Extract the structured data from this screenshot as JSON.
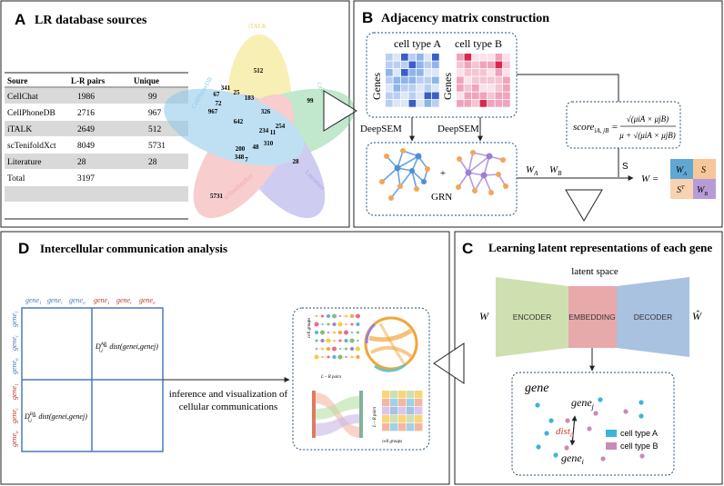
{
  "panel_a": {
    "letter": "A",
    "title": "LR database sources",
    "table": {
      "headers": [
        "Soure",
        "L-R pairs",
        "Unique"
      ],
      "rows": [
        [
          "CellChat",
          "1986",
          "99"
        ],
        [
          "CellPhoneDB",
          "2716",
          "967"
        ],
        [
          "iTALK",
          "2649",
          "512"
        ],
        [
          "scTenifoldXct",
          "8049",
          "5731"
        ],
        [
          "Literature",
          "28",
          "28"
        ],
        [
          "Total",
          "3197",
          ""
        ]
      ]
    },
    "venn": {
      "sets": [
        {
          "label": "iTALK",
          "color": "#f3e27a"
        },
        {
          "label": "CellChat",
          "color": "#8fd6a3"
        },
        {
          "label": "Literature",
          "color": "#a8a4e6"
        },
        {
          "label": "scTenifoldXct",
          "color": "#f2a6a6"
        },
        {
          "label": "CellPhoneDB",
          "color": "#8cc8ea"
        }
      ],
      "numbers": [
        "512",
        "99",
        "967",
        "5731",
        "28",
        "341",
        "67",
        "25",
        "72",
        "183",
        "326",
        "642",
        "254",
        "234",
        "11",
        "310",
        "200",
        "48",
        "348",
        "7"
      ]
    }
  },
  "panel_b": {
    "letter": "B",
    "title": "Adjacency matrix construction",
    "cell_type_a": "cell type A",
    "cell_type_b": "cell type B",
    "genes": "Genes",
    "deepsem_a": "DeepSEM",
    "deepsem_b": "DeepSEM",
    "plus": "+",
    "grn": "GRN",
    "wa": "W",
    "wa_sub": "A",
    "wb": "W",
    "wb_sub": "B",
    "s": "S",
    "w_eq": "W  =",
    "score_lhs": "score",
    "score_sub": "iA, jB",
    "score_num": "√(μiA × μjB)",
    "score_den": "μ + √(μiA × μjB)",
    "block_wa": "W",
    "block_wa_sub": "A",
    "block_s": "S",
    "block_st": "S",
    "block_st_sup": "T",
    "block_wb": "W",
    "block_wb_sub": "B",
    "colors": {
      "wa": "#5fa8d3",
      "s": "#f7c79a",
      "st": "#f9d2b0",
      "wb": "#b79bd6"
    }
  },
  "panel_c": {
    "letter": "C",
    "title": "Learning latent representations of each gene",
    "latent_space": "latent space",
    "w_in": "W",
    "w_out": "Ŵ",
    "encoder": "ENCODER",
    "embedding": "EMBEDDING",
    "decoder": "DECODER",
    "gene": "gene",
    "gene_j": "gene",
    "gene_j_sub": "j",
    "gene_i": "gene",
    "gene_i_sub": "i",
    "dist": "dist",
    "dist_sub": "ij",
    "legend_a": "cell type A",
    "legend_b": "cell type B",
    "colors": {
      "encoder": "#cfe0b0",
      "embedding": "#e8a9ab",
      "decoder": "#a9c2e0",
      "type_a": "#3db4d8",
      "type_b": "#c98bb4"
    }
  },
  "panel_d": {
    "letter": "D",
    "title": "Intercellular communication analysis",
    "col_labels": [
      "gene",
      "gene",
      "gene",
      "gene",
      "gene",
      "gene"
    ],
    "col_subs": [
      "1",
      "i",
      "n",
      "1",
      "i",
      "n"
    ],
    "row_labels": [
      "gene",
      "gene",
      "gene",
      "gene",
      "gene",
      "gene"
    ],
    "row_subs": [
      "1",
      "i",
      "n",
      "1",
      "i",
      "n"
    ],
    "d_ab": "D",
    "d_ab_sup": "AB",
    "d_ab_sub": "i,j",
    "d_ab_rhs": "= dist(genei,genej)",
    "d_ba": "D",
    "d_ba_sup": "BA",
    "d_ba_sub": "i,j",
    "d_ba_rhs": "= dist(genei,genej)",
    "inference_line1": "inference and visualization of",
    "inference_line2": "cellular communications",
    "cell_groups": "cell groups",
    "lr_pairs": "L – R pairs",
    "lr_pairs_v": "L – R pairs",
    "cell_groups_h": "cell groups"
  }
}
